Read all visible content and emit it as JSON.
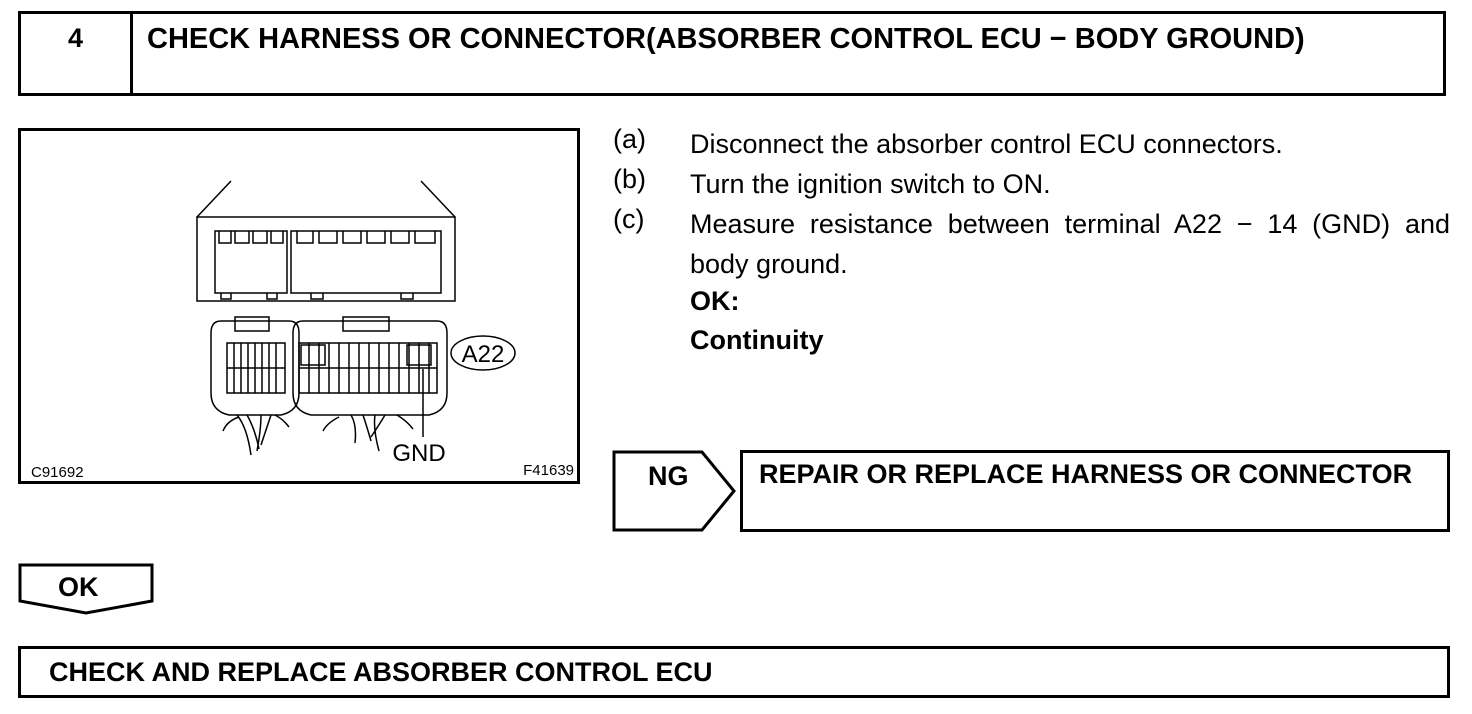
{
  "header": {
    "step_number": "4",
    "title": "CHECK HARNESS OR CONNECTOR(ABSORBER CONTROL ECU − BODY GROUND)"
  },
  "figure": {
    "connector_label": "A22",
    "terminal_label": "GND",
    "figure_id_left": "C91692",
    "figure_id_right": "F41639"
  },
  "steps": [
    {
      "letter": "(a)",
      "text": "Disconnect the absorber control ECU connectors."
    },
    {
      "letter": "(b)",
      "text": "Turn the ignition switch to ON."
    },
    {
      "letter": "(c)",
      "text": "Measure resistance between terminal A22 − 14 (GND) and body ground."
    }
  ],
  "result": {
    "ok_heading": "OK:",
    "ok_value": "Continuity"
  },
  "ng": {
    "label": "NG",
    "action": "REPAIR OR REPLACE HARNESS OR CONNECTOR"
  },
  "ok": {
    "label": "OK",
    "action": "CHECK AND REPLACE ABSORBER CONTROL ECU"
  }
}
